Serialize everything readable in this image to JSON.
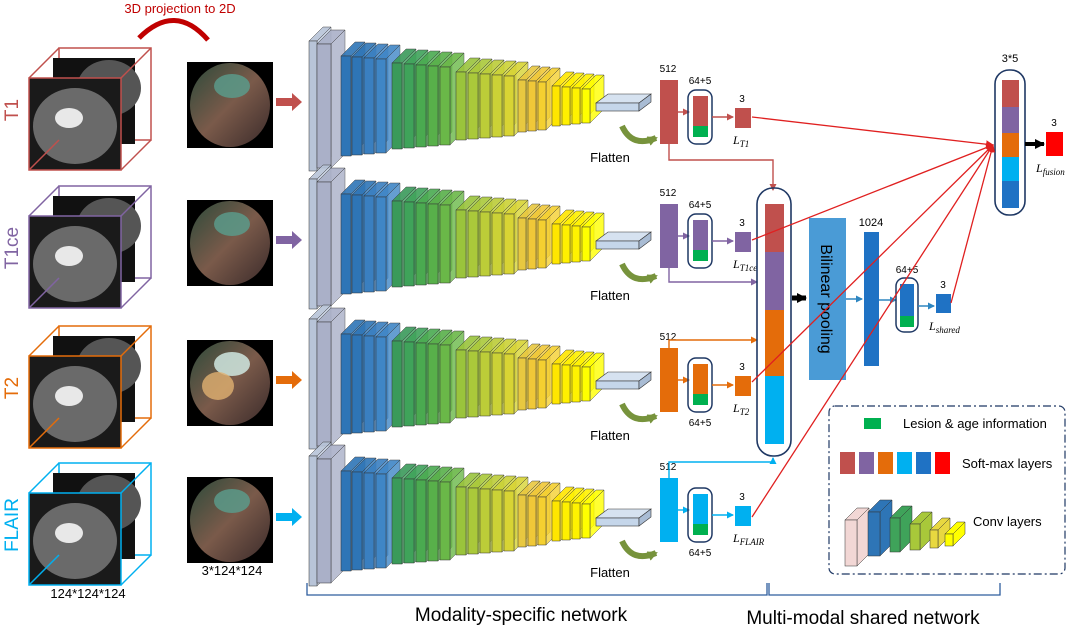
{
  "header": {
    "projection_label": "3D projection to 2D"
  },
  "modalities": [
    {
      "id": "t1",
      "label": "T1",
      "color": "#c0504d",
      "flatten": "Flatten",
      "fc_label": "512",
      "small_label": "64+5",
      "out_label": "3",
      "loss_base": "L",
      "loss_sub": "T1"
    },
    {
      "id": "t1ce",
      "label": "T1ce",
      "color": "#8064a2",
      "flatten": "Flatten",
      "fc_label": "512",
      "small_label": "64+5",
      "out_label": "3",
      "loss_base": "L",
      "loss_sub": "T1ce"
    },
    {
      "id": "t2",
      "label": "T2",
      "color": "#e46c0a",
      "flatten": "Flatten",
      "fc_label": "512",
      "small_label": "64+5",
      "out_label": "3",
      "loss_base": "L",
      "loss_sub": "T2"
    },
    {
      "id": "flair",
      "label": "FLAIR",
      "color": "#00b0f0",
      "flatten": "Flatten",
      "fc_label": "512",
      "small_label": "64+5",
      "out_label": "3",
      "loss_base": "L",
      "loss_sub": "FLAIR"
    }
  ],
  "dims": {
    "volume": "124*124*124",
    "projection": "3*124*124"
  },
  "shared": {
    "bilinear_label": "Bilinear pooling",
    "fc_label": "1024",
    "small_label": "64+5",
    "out_label": "3",
    "loss_base": "L",
    "loss_sub": "shared"
  },
  "fusion": {
    "top_label": "3*5",
    "out_label": "3",
    "loss_base": "L",
    "loss_sub": "fusion"
  },
  "legend": {
    "lesion_label": "Lesion & age information",
    "softmax_label": "Soft-max layers",
    "conv_label": "Conv layers"
  },
  "bottom": {
    "modality_specific": "Modality-specific network",
    "multimodal_shared": "Multi-modal shared network"
  },
  "colors": {
    "lesion_green": "#00b050",
    "shared_blue": "#1f72c4",
    "bilinear_fill": "#4a9bd6",
    "fusion_red": "#ff0000",
    "arrow_red": "#e02020",
    "flatten_arrow": "#77933c",
    "bracket_blue": "#2e5d9e"
  }
}
